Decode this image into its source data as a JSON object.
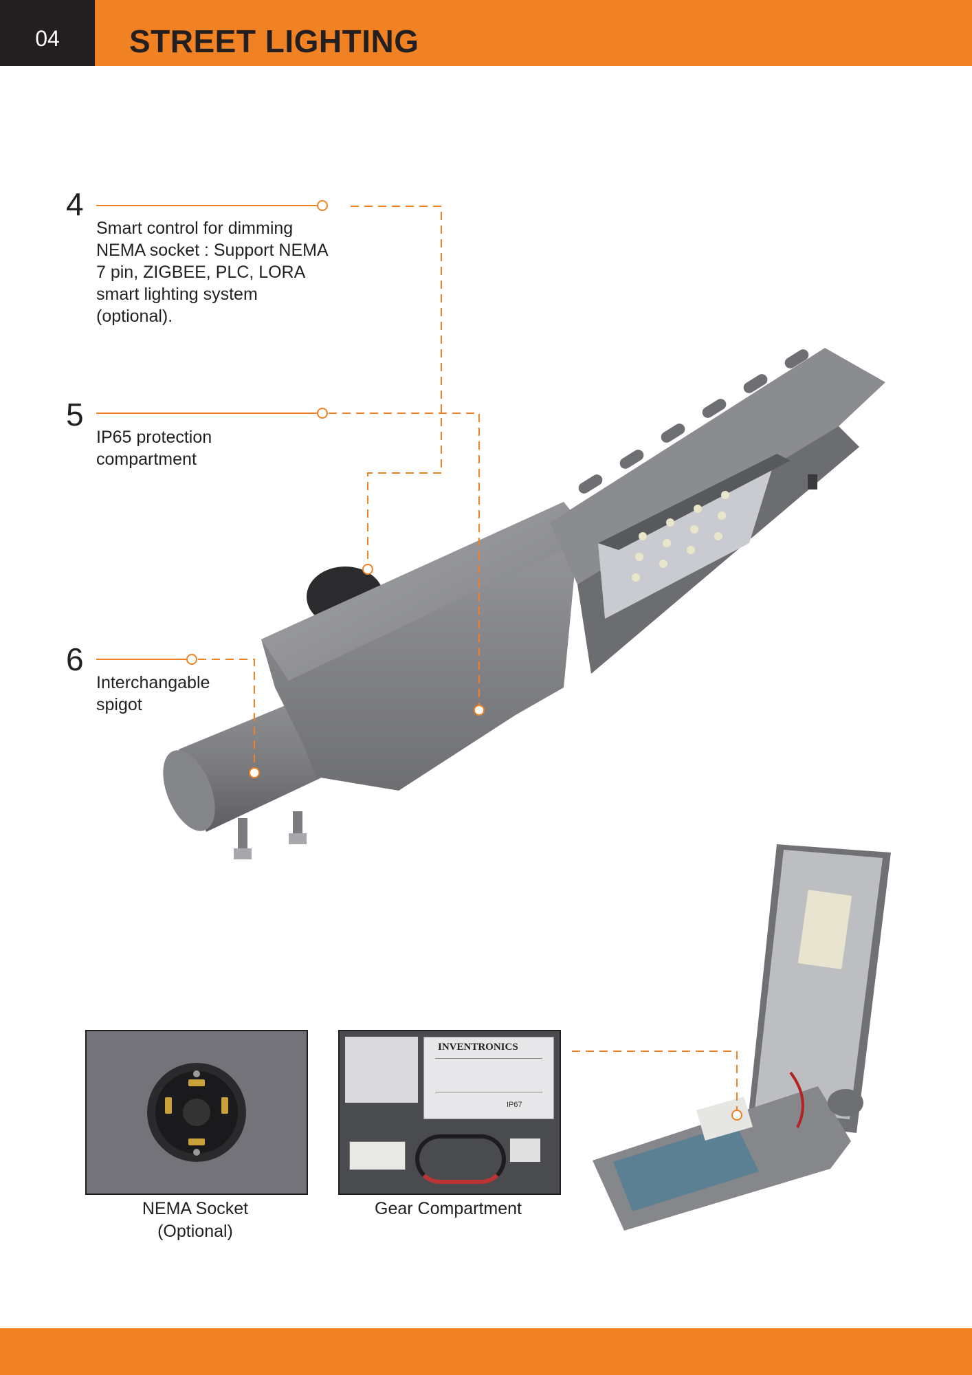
{
  "header": {
    "page_number": "04",
    "title": "STREET LIGHTING"
  },
  "features": [
    {
      "number": "4",
      "text": "Smart control for dimming NEMA socket : Support NEMA 7 pin, ZIGBEE, PLC, LORA smart lighting system (optional)."
    },
    {
      "number": "5",
      "text": "IP65 protection compartment"
    },
    {
      "number": "6",
      "text": "Interchangable spigot"
    }
  ],
  "inset_photos": {
    "nema": {
      "caption_line1": "NEMA Socket",
      "caption_line2": "(Optional)"
    },
    "gear": {
      "caption": "Gear Compartment",
      "label_brand": "INVENTRONICS",
      "label_rating": "IP67"
    }
  },
  "colors": {
    "accent": "#f18223",
    "dark": "#231f20",
    "housing": "#8a8b8e"
  }
}
